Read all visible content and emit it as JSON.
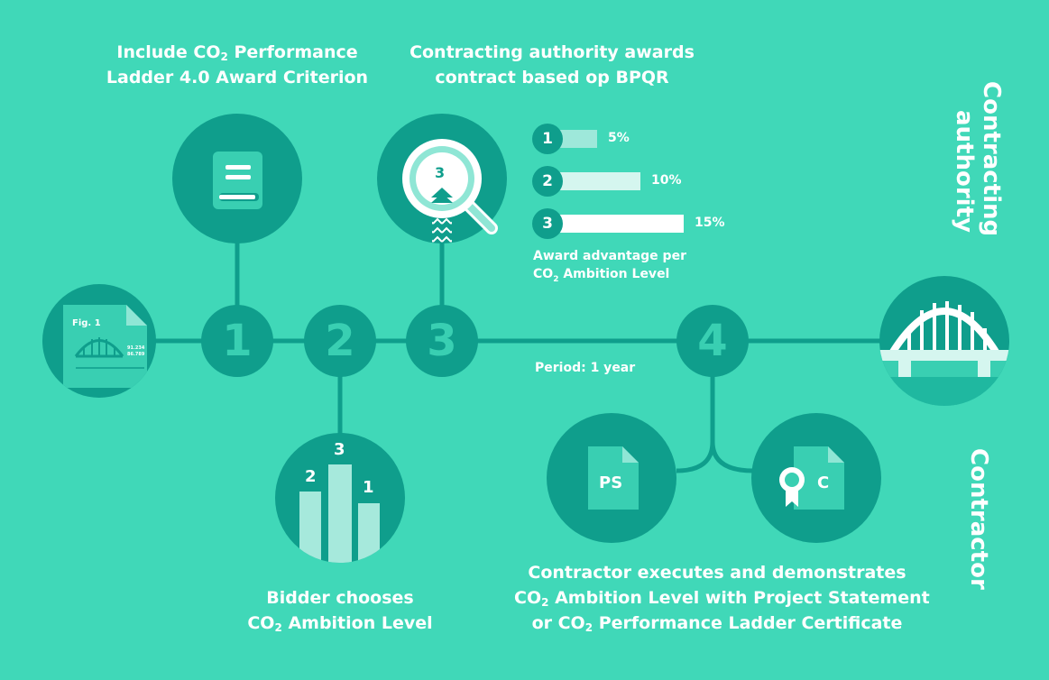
{
  "side_labels": {
    "authority_line1": "Contracting",
    "authority_line2": "authority",
    "contractor": "Contractor"
  },
  "steps": {
    "one": {
      "number": "1",
      "line1_pre": "Include CO",
      "line1_sub": "2",
      "line1_post": " Performance",
      "line2": "Ladder 4.0 Award Criterion"
    },
    "two": {
      "number": "2",
      "line1": "Bidder chooses",
      "line2_pre": "CO",
      "line2_sub": "2",
      "line2_post": " Ambition Level"
    },
    "three": {
      "number": "3",
      "line1": "Contracting authority awards",
      "line2": "contract based op BPQR"
    },
    "four": {
      "number": "4",
      "line1": "Contractor executes and demonstrates",
      "line2_pre": "CO",
      "line2_sub": "2",
      "line2_post": " Ambition Level with Project Statement",
      "line3_pre": "or CO",
      "line3_sub": "2",
      "line3_post": " Performance Ladder Certificate"
    }
  },
  "award": {
    "levels": [
      {
        "level": "1",
        "advantage": 5,
        "label": "5%"
      },
      {
        "level": "2",
        "advantage": 10,
        "label": "10%"
      },
      {
        "level": "3",
        "advantage": 15,
        "label": "15%"
      }
    ],
    "caption_line1": "Award advantage per",
    "caption_line2_pre": "CO",
    "caption_line2_sub": "2",
    "caption_line2_post": " Ambition Level"
  },
  "period": "Period: 1 year",
  "icons": {
    "fig_title": "Fig. 1",
    "fig_numbers_1": "91.234",
    "fig_numbers_2": "86.789",
    "magnifier_level": "3",
    "building_levels": [
      "2",
      "3",
      "1"
    ],
    "project_statement": "PS",
    "certificate": "C"
  },
  "colors": {
    "background": "#40d8b8",
    "dark": "#0f9e8c",
    "medium": "#1fb8a0",
    "bar1": "#9ee8da",
    "bar2": "#d5f6ef",
    "bar3": "#ffffff"
  }
}
